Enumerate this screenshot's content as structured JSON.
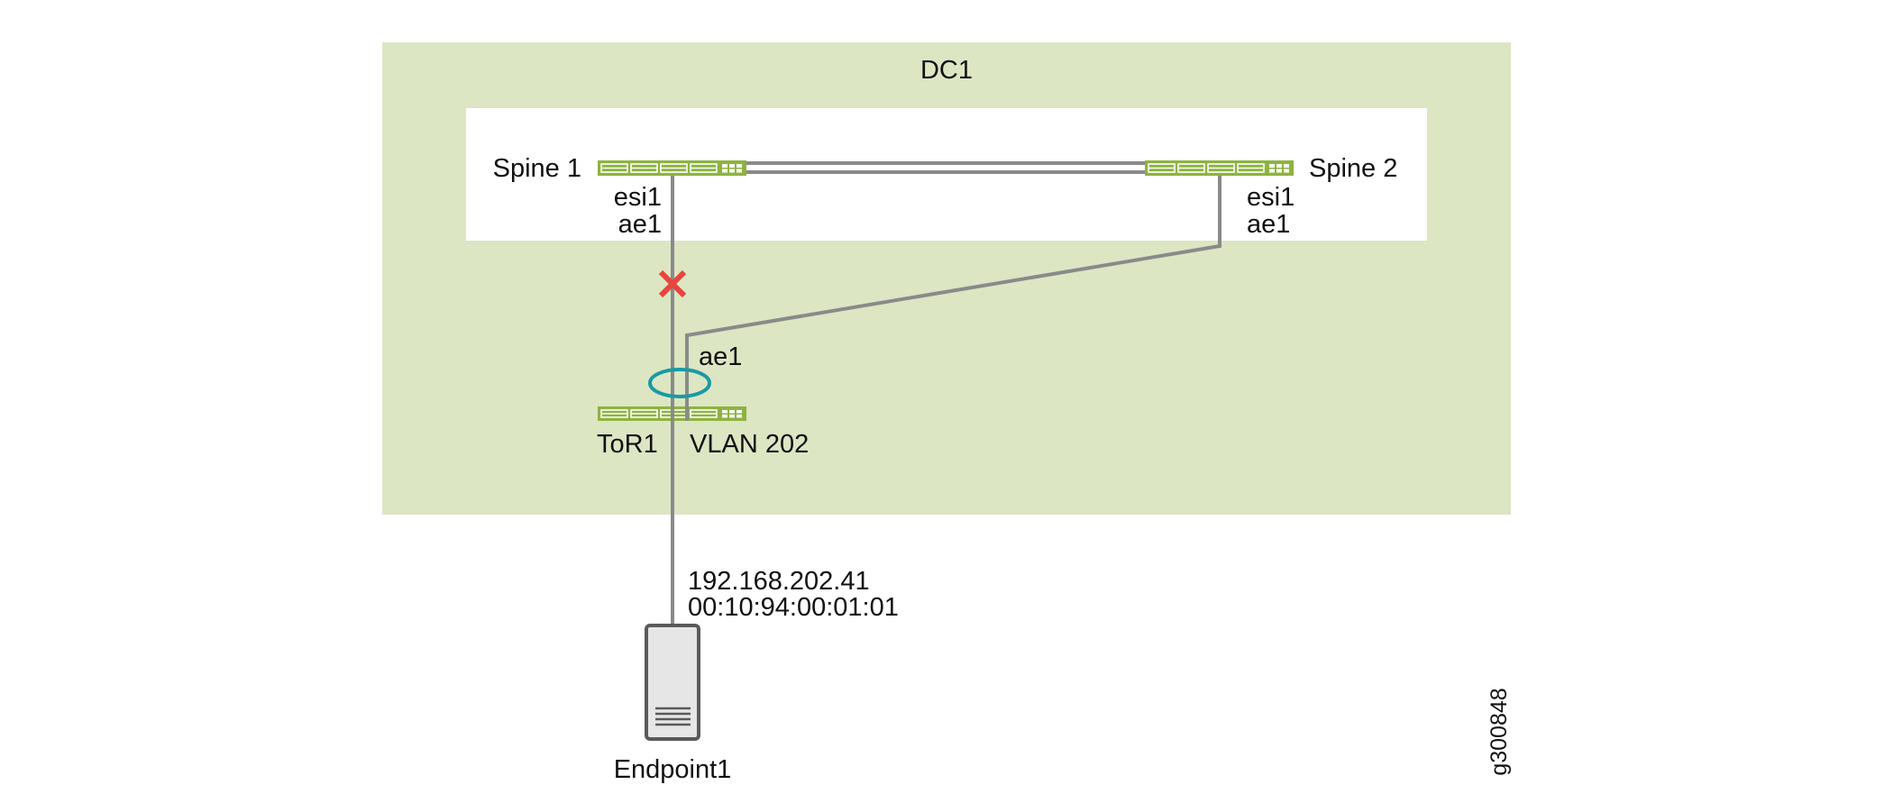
{
  "diagram": {
    "datacenter": {
      "label": "DC1"
    },
    "devices": {
      "spine1": {
        "label": "Spine 1",
        "esi": "esi1",
        "interface": "ae1"
      },
      "spine2": {
        "label": "Spine 2",
        "esi": "esi1",
        "interface": "ae1"
      },
      "tor1": {
        "label": "ToR1",
        "vlan": "VLAN 202",
        "lag": "ae1"
      },
      "endpoint1": {
        "label": "Endpoint1",
        "ip": "192.168.202.41",
        "mac": "00:10:94:00:01:01"
      }
    },
    "links": [
      {
        "from": "Spine 1",
        "to": "Spine 2",
        "type": "double"
      },
      {
        "from": "Spine 1",
        "to": "ToR1",
        "status": "failed"
      },
      {
        "from": "Spine 2",
        "to": "ToR1",
        "status": "up"
      },
      {
        "from": "ToR1",
        "to": "Endpoint1",
        "status": "up"
      }
    ],
    "figure_id": "g300848",
    "colors": {
      "dc_background": "#dce6c3",
      "switch": "#8db33f",
      "link": "#8a8a8a",
      "failure_mark": "#e8453c",
      "lag_ring": "#1a9aa5",
      "server_fill": "#e6e6e6",
      "server_stroke": "#5a5a5a"
    }
  }
}
